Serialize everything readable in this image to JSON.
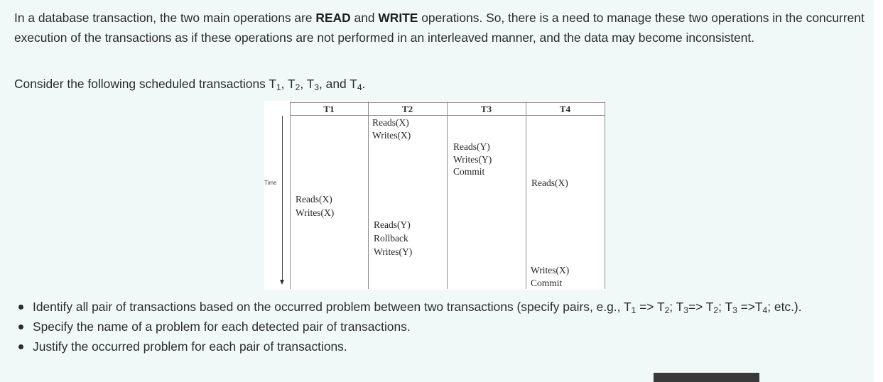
{
  "intro": {
    "part1": "In a database transaction, the two main operations are ",
    "read": "READ",
    "and": " and ",
    "write": "WRITE",
    "part2": " operations. So, there is a need to manage these two operations in the concurrent execution of the transactions as if these operations are not performed in an interleaved manner, and the data may become inconsistent."
  },
  "consider": {
    "text": "Consider the following scheduled transactions T",
    "s1": "1",
    "c1": ", T",
    "s2": "2",
    "c2": ", T",
    "s3": "3",
    "c3": ", and T",
    "s4": "4",
    "end": "."
  },
  "schedule": {
    "time_label": "Time",
    "headers": [
      "T1",
      "T2",
      "T3",
      "T4"
    ],
    "ops": {
      "t2_a": "Reads(X)",
      "t2_b": "Writes(X)",
      "t3_a": "Reads(Y)",
      "t3_b": "Writes(Y)",
      "t3_c": "Commit",
      "t4_a": "Reads(X)",
      "t1_a": "Reads(X)",
      "t1_b": "Writes(X)",
      "t2_c": "Reads(Y)",
      "t2_d": "Rollback",
      "t2_e": "Writes(Y)",
      "t4_b": "Writes(X)",
      "t4_c": "Commit"
    }
  },
  "bullets": {
    "b1": {
      "a": "Identify all pair of transactions based on the occurred problem between two transactions (specify pairs, e.g., T",
      "s1": "1",
      "b": " => T",
      "s2": "2",
      "c": "; T",
      "s3": "3",
      "d": "=> T",
      "s4": "2",
      "e": "; T",
      "s5": "3",
      "f": " =>T",
      "s6": "4",
      "g": "; etc.)."
    },
    "b2": "Specify the name of a problem for each detected pair of transactions.",
    "b3": "Justify the occurred problem for each pair of transactions."
  }
}
